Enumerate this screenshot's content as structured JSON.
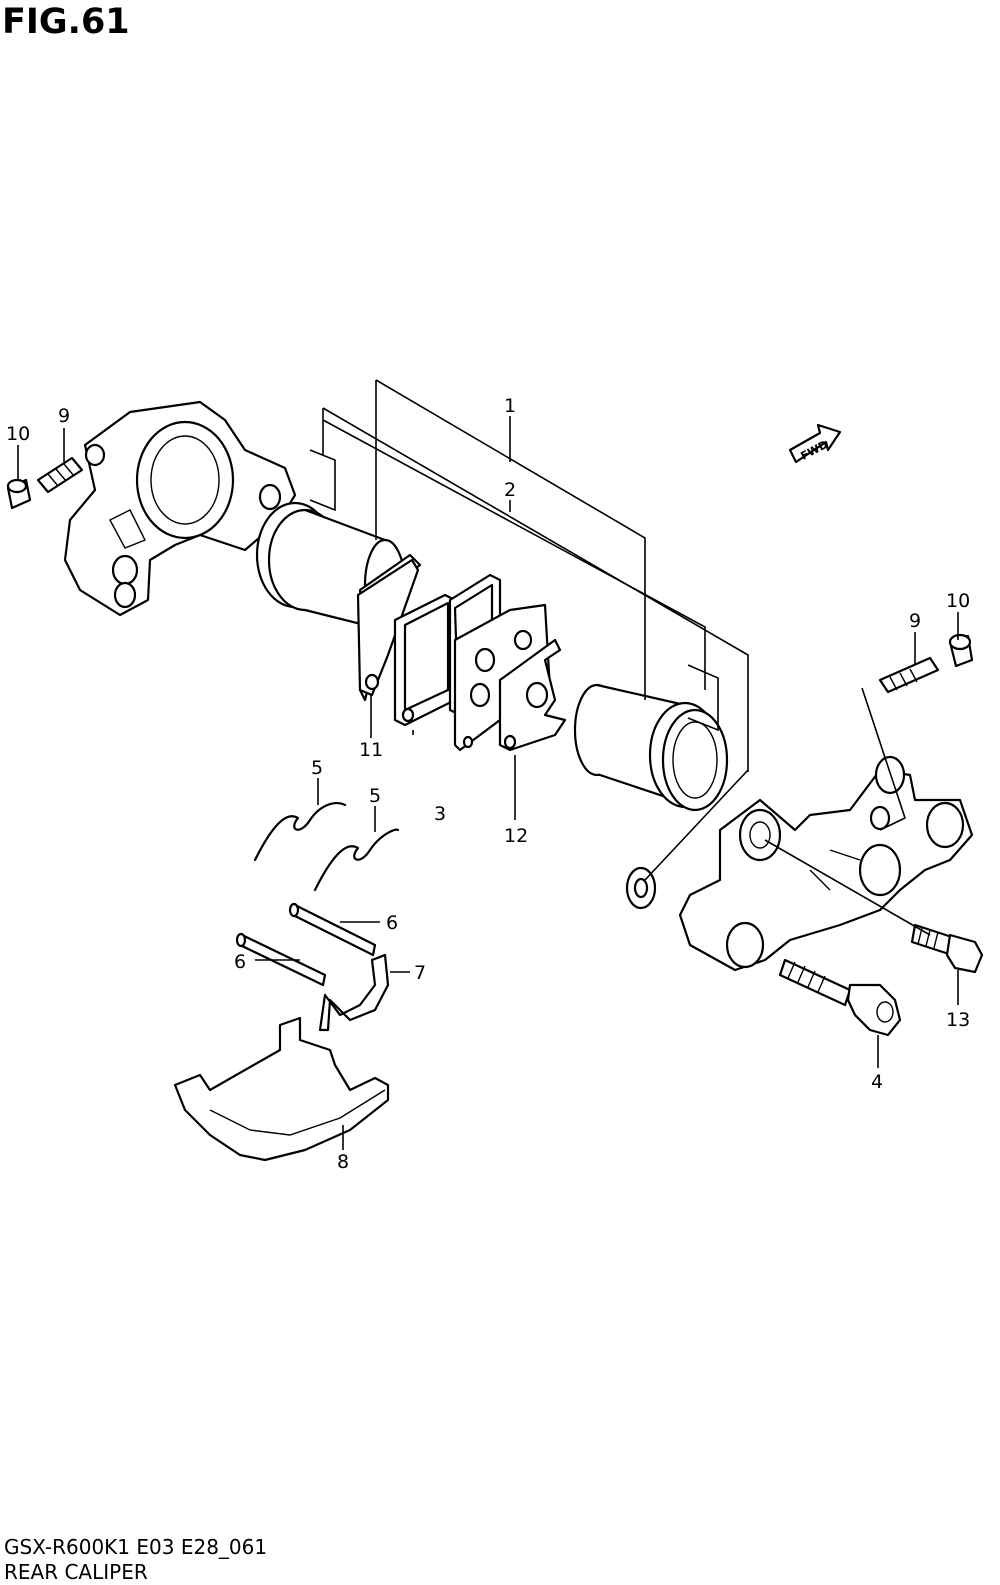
{
  "figure": {
    "title": "FIG.61",
    "fwd_label": "FWD"
  },
  "callouts": {
    "c1": "1",
    "c2": "2",
    "c3": "3",
    "c4": "4",
    "c5a": "5",
    "c5b": "5",
    "c6a": "6",
    "c6b": "6",
    "c7": "7",
    "c8": "8",
    "c9a": "9",
    "c9b": "9",
    "c10a": "10",
    "c10b": "10",
    "c11": "11",
    "c12": "12",
    "c13": "13"
  },
  "footer": {
    "model_code": "GSX-R600K1 E03 E28_061",
    "caption": "REAR CALIPER"
  }
}
